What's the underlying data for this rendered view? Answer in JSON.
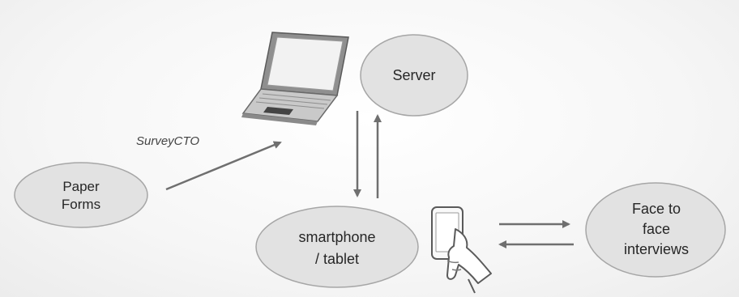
{
  "diagram": {
    "nodes": {
      "paper_forms": "Paper\nForms",
      "server": "Server",
      "smartphone": "smartphone\n/ tablet",
      "face_to_face": "Face to\nface\ninterviews"
    },
    "edges": {
      "paper_to_laptop": "SurveyCTO"
    },
    "icons": {
      "laptop": "laptop-icon",
      "phone_hand": "hand-holding-phone-icon"
    },
    "colors": {
      "node_fill": "#e2e2e2",
      "node_stroke": "#a6a6a6",
      "arrow": "#6f6f6f"
    }
  }
}
